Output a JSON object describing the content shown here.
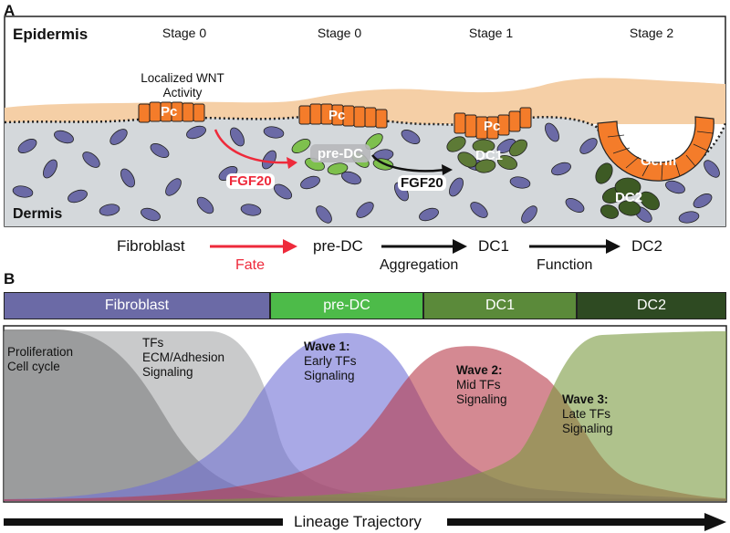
{
  "panel_a": {
    "letter": "A",
    "epidermis_label": "Epidermis",
    "dermis_label": "Dermis",
    "stages": [
      "Stage 0",
      "Stage 0",
      "Stage 1",
      "Stage 2"
    ],
    "wnt_label_line1": "Localized WNT",
    "wnt_label_line2": "Activity",
    "pc_labels": [
      "Pc",
      "Pc",
      "Pc"
    ],
    "predc_label": "pre-DC",
    "dc1_label": "DC1",
    "germ_label": "Germ",
    "dc2_label": "DC2",
    "fgf20_red": "FGF20",
    "fgf20_black": "FGF20",
    "colors": {
      "epidermis": "#f5cfa6",
      "dermis": "#d4d8db",
      "fibroblast": "#6b6aa6",
      "placode": "#f47c2a",
      "predc": "#7ec04d",
      "dc": "#5d7a36",
      "dc2": "#3d5a24",
      "red_arrow": "#ee2a3b"
    }
  },
  "flow": {
    "fibroblast": "Fibroblast",
    "predc": "pre-DC",
    "dc1": "DC1",
    "dc2": "DC2",
    "fate": "Fate",
    "aggregation": "Aggregation",
    "function": "Function"
  },
  "panel_b": {
    "letter": "B",
    "bars": [
      {
        "label": "Fibroblast",
        "color": "#6b6aa6"
      },
      {
        "label": "pre-DC",
        "color": "#4dbb49"
      },
      {
        "label": "DC1",
        "color": "#5b8a3a"
      },
      {
        "label": "DC2",
        "color": "#2e4a22"
      }
    ],
    "prolif_line1": "Proliferation",
    "prolif_line2": "Cell cycle",
    "tfs_line1": "TFs",
    "tfs_line2": "ECM/Adhesion",
    "tfs_line3": "Signaling",
    "wave1_title": "Wave 1:",
    "wave1_line1": "Early TFs",
    "wave1_line2": "Signaling",
    "wave2_title": "Wave 2:",
    "wave2_line1": "Mid TFs",
    "wave2_line2": "Signaling",
    "wave3_title": "Wave 3:",
    "wave3_line1": "Late TFs",
    "wave3_line2": "Signaling",
    "trajectory": "Lineage Trajectory"
  }
}
